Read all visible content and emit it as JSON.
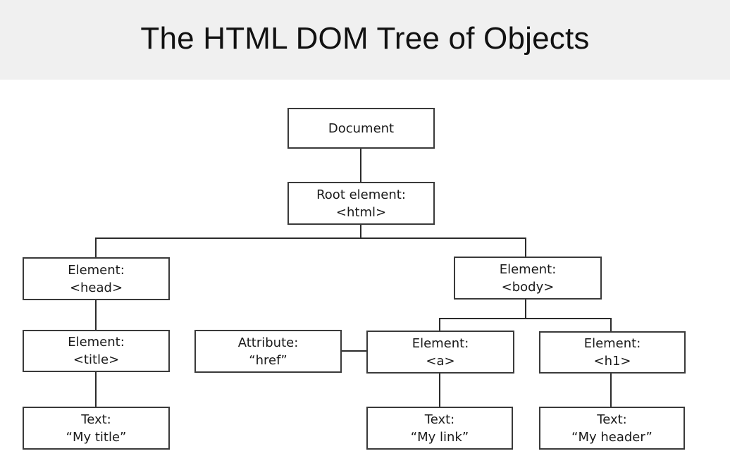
{
  "header": {
    "title": "The HTML DOM Tree of Objects",
    "background_color": "#f0f0f0",
    "text_color": "#111111"
  },
  "diagram": {
    "type": "tree",
    "background_color": "#ffffff",
    "node_border_color": "#3a3a3a",
    "edge_color": "#2b2b2b",
    "nodes": {
      "document": {
        "line1": "Document",
        "line2": ""
      },
      "root_html": {
        "line1": "Root element:",
        "line2": "<html>"
      },
      "head": {
        "line1": "Element:",
        "line2": "<head>"
      },
      "body": {
        "line1": "Element:",
        "line2": "<body>"
      },
      "title": {
        "line1": "Element:",
        "line2": "<title>"
      },
      "attribute_href": {
        "line1": "Attribute:",
        "line2": "“href”"
      },
      "anchor": {
        "line1": "Element:",
        "line2": "<a>"
      },
      "h1": {
        "line1": "Element:",
        "line2": "<h1>"
      },
      "text_my_title": {
        "line1": "Text:",
        "line2": "“My title”"
      },
      "text_my_link": {
        "line1": "Text:",
        "line2": "“My link”"
      },
      "text_my_header": {
        "line1": "Text:",
        "line2": "“My header”"
      }
    }
  }
}
